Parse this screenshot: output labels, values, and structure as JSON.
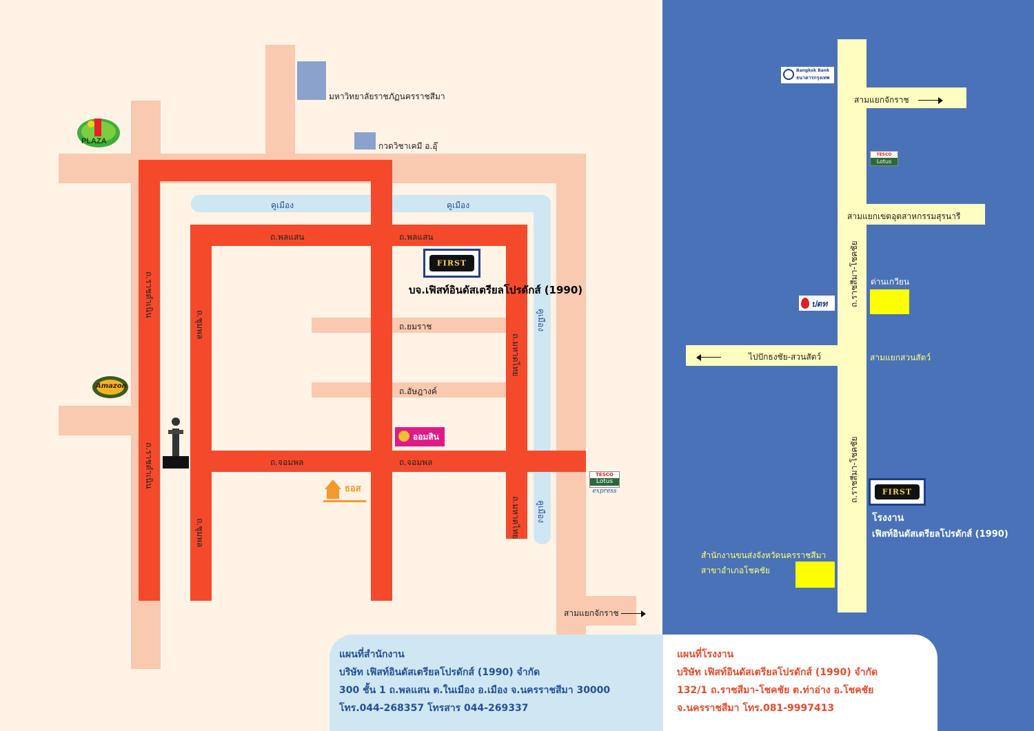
{
  "map": {
    "left_panel": {
      "places": {
        "university": "มหาวิทยาลัยราชภัฏนครราชสีมา",
        "tutor": "กวดวิชาเคมี อ.อุ๊",
        "company": "บจ.เฟิสท์อินดัสเตรียลโปรดักส์ (1990)",
        "it_plaza": "PLAZA",
        "amazon": "Amazon",
        "gsb": "ออมสิน",
        "ghbank": "ธอส",
        "lotus_express_top": "TESCO",
        "lotus_express_mid": "Lotus",
        "lotus_express_bot": "express",
        "first_logo": "FIRST"
      },
      "roads": {
        "moat_1": "คูเมือง",
        "moat_2": "คูเมือง",
        "moat_3": "คูเมือง",
        "moat_4": "คูเมือง",
        "phonlasaen_1": "ถ.พลแสน",
        "phonlasaen_2": "ถ.พลแสน",
        "yommarat": "ถ.ยมราช",
        "aunyang": "ถ.อัษฎางค์",
        "chomphon_1": "ถ.จอมพล",
        "chomphon_2": "ถ.จอมพล",
        "mahadthai_1": "ถ.มหาดไทย",
        "mahadthai_2": "ถ.มหาดไทย",
        "chumphon_1": "ถ.ชุมพล",
        "chumphon_2": "ถ.ชุมพล",
        "ratchadamnoen_1": "ถ.ราชดำเนิน",
        "ratchadamnoen_2": "ถ.ราชดำเนิน",
        "samyaek_chakkarat": "สามแยกจักราช"
      }
    },
    "right_panel": {
      "places": {
        "bangkok_bank_en": "Bangkok Bank",
        "bangkok_bank_th": "ธนาคารกรุงเทพ",
        "tesco_top": "TESCO",
        "tesco_bot": "Lotus",
        "ptt": "ปตท",
        "dan_kwian": "ด่านเกวียน",
        "factory_title": "โรงงาน",
        "factory_name": "เฟิสท์อินดัสเตรียลโปรดักส์ (1990)",
        "transport_1": "สำนักงานขนส่งจังหวัดนครราชสีมา",
        "transport_2": "สาขาอำเภอโชคชัย",
        "first_logo": "FIRST"
      },
      "roads": {
        "samyaek_chakkarat": "สามแยกจักราช",
        "samyaek_industrial": "สามแยกเขตอุตสาหกรรมสุรนารี",
        "to_pakthongchai": "ไปปักธงชัย-สวนสัตว์",
        "samyaek_zoo": "สามแยกสวนสัตว์",
        "main_road_1": "ถ.ราชสีมา-โชคชัย",
        "main_road_2": "ถ.ราชสีมา-โชคชัย"
      }
    }
  },
  "info": {
    "office": {
      "title": "แผนที่สำนักงาน",
      "company": "บริษัท เฟิสท์อินดัสเตรียลโปรดักส์ (1990) จำกัด",
      "address": "300 ชั้น 1 ถ.พลแสน ต.ในเมือง อ.เมือง จ.นครราชสีมา 30000",
      "phone": "โทร.044-268357 โทรสาร 044-269337"
    },
    "factory": {
      "title": "แผนที่โรงงาน",
      "company": "บริษัท เฟิสท์อินดัสเตรียลโปรดักส์ (1990) จำกัด",
      "address": "132/1 ถ.ราชสีมา-โชคชัย ต.ท่าอ่าง อ.โชคชัย",
      "phone": "จ.นครราชสีมา  โทร.081-9997413"
    }
  },
  "colors": {
    "main_road": "#f44a2b",
    "minor_road": "#f9c9b0",
    "moat": "#cfe7f2",
    "right_bg": "#4a72b8",
    "right_road": "#fffdc0"
  }
}
